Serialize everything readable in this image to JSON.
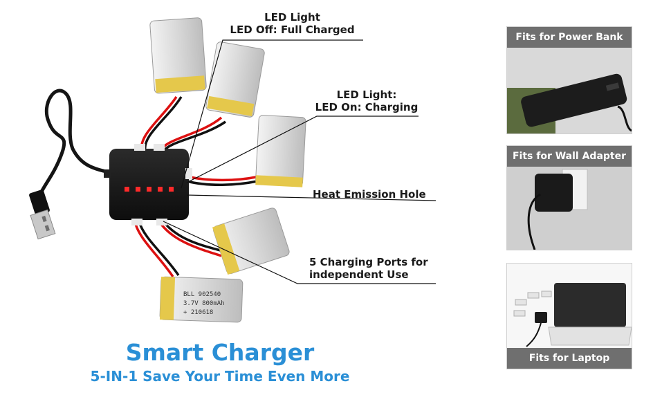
{
  "callouts": {
    "led_off_line1": "LED Light",
    "led_off_line2": "LED Off: Full Charged",
    "led_on_line1": "LED Light:",
    "led_on_line2": "LED On: Charging",
    "heat": "Heat Emission Hole",
    "ports_line1": "5 Charging Ports for",
    "ports_line2": "independent Use"
  },
  "battery_label": {
    "model": "BLL 902540",
    "spec": "3.7V 800mAh",
    "code": "+ 210618"
  },
  "headline": {
    "title": "Smart Charger",
    "subtitle": "5-IN-1 Save Your Time Even More"
  },
  "panels": [
    {
      "caption": "Fits for Power Bank"
    },
    {
      "caption": "Fits for Wall Adapter"
    },
    {
      "caption": "Fits for Laptop"
    }
  ],
  "colors": {
    "accent": "#2a8fd6",
    "caption_bg": "#6f6f6f",
    "led": "#ff2a2a"
  }
}
